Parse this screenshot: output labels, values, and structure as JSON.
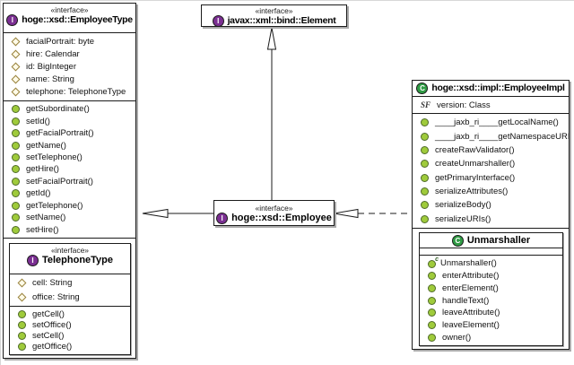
{
  "boxes": {
    "employee_type": {
      "stereotype": "«interface»",
      "title": "hoge::xsd::EmployeeType",
      "attributes": [
        "facialPortrait: byte",
        "hire: Calendar",
        "id: BigInteger",
        "name: String",
        "telephone: TelephoneType"
      ],
      "methods": [
        "getSubordinate()",
        "setId()",
        "getFacialPortrait()",
        "getName()",
        "setTelephone()",
        "getHire()",
        "setFacialPortrait()",
        "getId()",
        "getTelephone()",
        "setName()",
        "setHire()"
      ]
    },
    "telephone_type": {
      "stereotype": "«interface»",
      "title": "TelephoneType",
      "attributes": [
        "cell: String",
        "office: String"
      ],
      "methods": [
        "getCell()",
        "setOffice()",
        "setCell()",
        "getOffice()"
      ]
    },
    "element": {
      "stereotype": "«interface»",
      "title": "javax::xml::bind::Element"
    },
    "employee": {
      "stereotype": "«interface»",
      "title": "hoge::xsd::Employee"
    },
    "employee_impl": {
      "title": "hoge::xsd::impl::EmployeeImpl",
      "static_marker": "SF",
      "attribute": "version: Class",
      "methods": [
        "____jaxb_ri____getLocalName()",
        "____jaxb_ri____getNamespaceURI()",
        "createRawValidator()",
        "createUnmarshaller()",
        "getPrimaryInterface()",
        "serializeAttributes()",
        "serializeBody()",
        "serializeURIs()"
      ]
    },
    "unmarshaller": {
      "title": "Unmarshaller",
      "constructor": "Unmarshaller()",
      "methods": [
        "enterAttribute()",
        "enterElement()",
        "handleText()",
        "leaveAttribute()",
        "leaveElement()",
        "owner()"
      ]
    }
  },
  "icons": {
    "interface_letter": "I",
    "class_letter": "C",
    "constructor_mark": "c"
  },
  "colors": {
    "interface_icon": "#7b2f92",
    "class_icon": "#2f9b44",
    "method_dot": "#9fcb3b",
    "method_dot_border": "#4f6b28",
    "attribute_diamond": "#97803a",
    "border": "#1b1b1b",
    "shadow": "#ababab"
  }
}
